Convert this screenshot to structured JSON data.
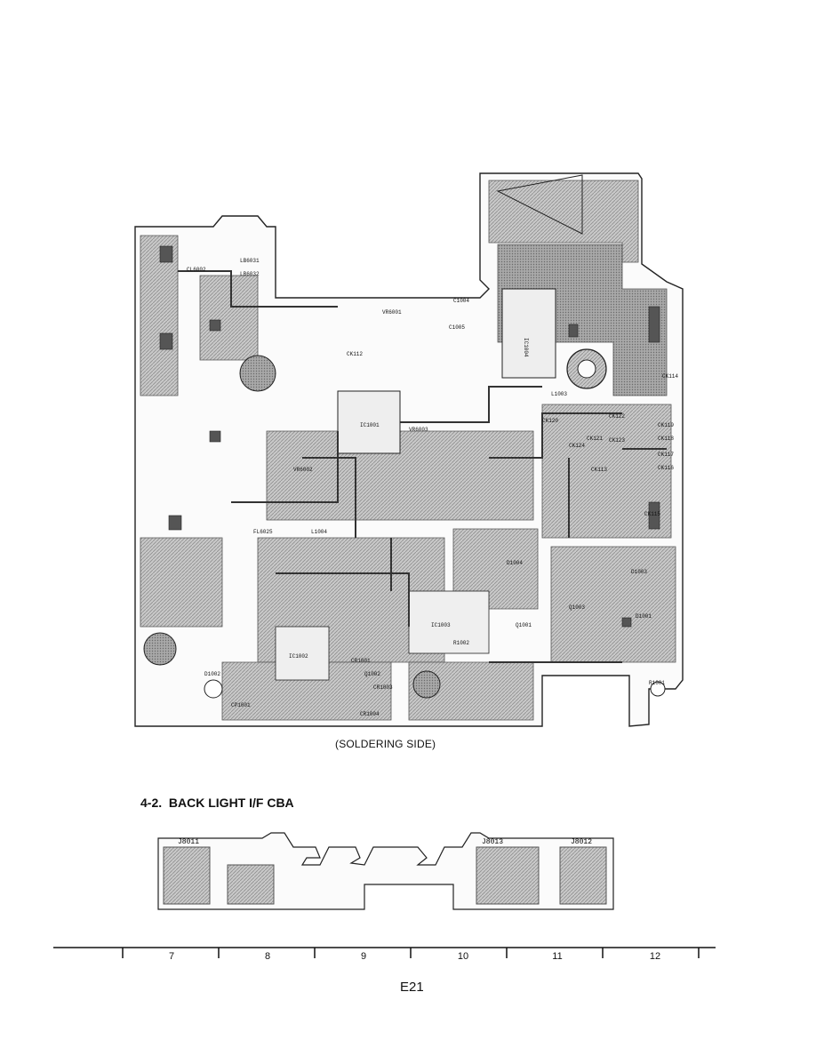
{
  "caption": "(SOLDERING SIDE)",
  "section_heading": {
    "number": "4-2.",
    "title": "BACK LIGHT I/F CBA"
  },
  "main_board": {
    "component_labels": [
      "IC1001",
      "IC1004",
      "IC1003",
      "IC1002",
      "C1004",
      "C1005",
      "L1003",
      "L1004",
      "Q1001",
      "Q1002",
      "Q1003",
      "D1001",
      "D1002",
      "D1003",
      "D1004",
      "R1001",
      "R1002",
      "CK120",
      "CK121",
      "CK122",
      "CK123",
      "CK124",
      "CK119",
      "CK118",
      "CK117",
      "CK116",
      "CK115",
      "CK114",
      "CK113",
      "CK112",
      "LB6031",
      "LB6032",
      "CL6002",
      "FL6025",
      "VR6001",
      "VR6002",
      "VR6003",
      "CR1001",
      "CR1003",
      "CR1004",
      "CP1001"
    ]
  },
  "backlight_board": {
    "connector_labels": [
      "J8011",
      "J8013",
      "J8012"
    ]
  },
  "ruler": {
    "labels": [
      "7",
      "8",
      "9",
      "10",
      "11",
      "12"
    ]
  },
  "page_number": "E21"
}
